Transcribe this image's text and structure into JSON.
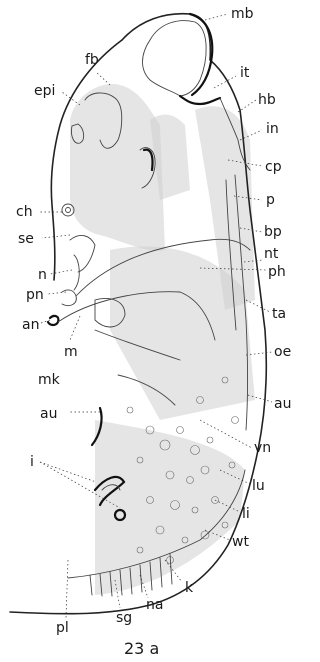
{
  "figure": {
    "caption": "23 a",
    "labels": {
      "mb": "mb",
      "fb": "fb",
      "epi": "epi",
      "it": "it",
      "hb": "hb",
      "in": "in",
      "cp": "cp",
      "p": "p",
      "bp": "bp",
      "nt": "nt",
      "ch": "ch",
      "se": "se",
      "n": "n",
      "pn": "pn",
      "an": "an",
      "ph": "ph",
      "m": "m",
      "ta": "ta",
      "mk": "mk",
      "oe": "oe",
      "au_left": "au",
      "au_right": "au",
      "vn": "vn",
      "i": "i",
      "lu": "lu",
      "li": "li",
      "wt": "wt",
      "k": "k",
      "na": "na",
      "sg": "sg",
      "pl": "pl"
    }
  }
}
